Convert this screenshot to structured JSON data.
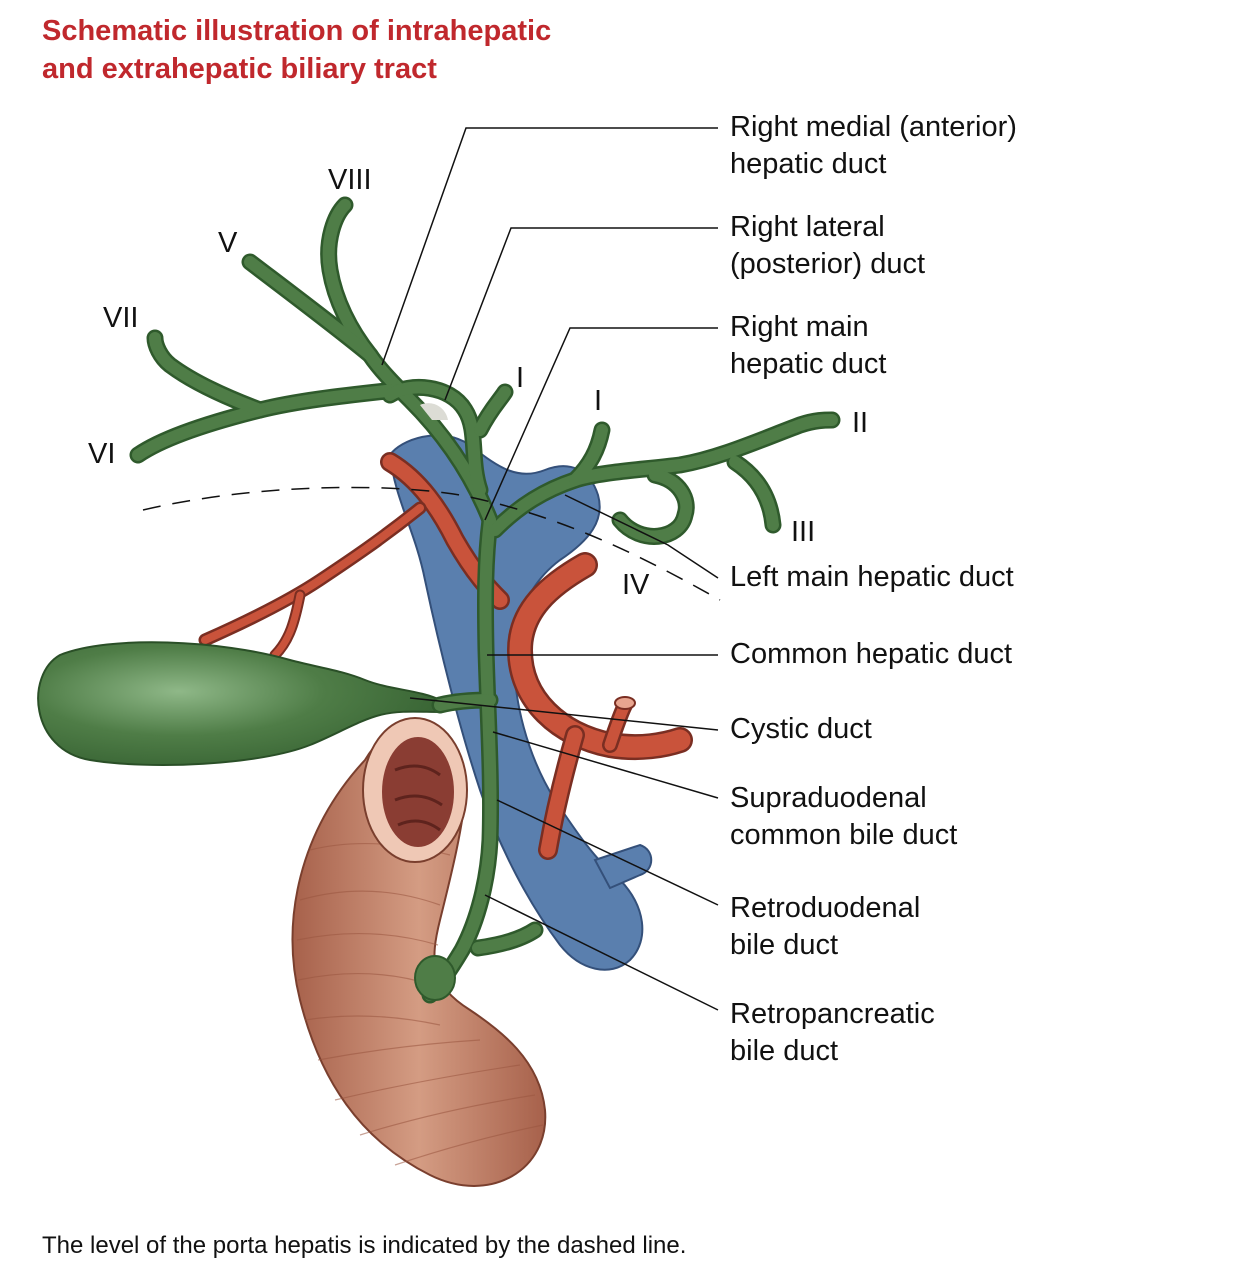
{
  "title": {
    "line1": "Schematic illustration of intrahepatic",
    "line2": "and extrahepatic biliary tract",
    "color": "#c0282d"
  },
  "colors": {
    "bile_duct": "#4f7d47",
    "bile_duct_dark": "#2f5a2c",
    "artery": "#c9533b",
    "portal_vein": "#5a7fae",
    "duodenum": "#b8735b",
    "duodenum_lumen": "#8a3d33",
    "leader": "#111111"
  },
  "segments": {
    "viii": "VIII",
    "v": "V",
    "vii": "VII",
    "vi": "VI",
    "i_right": "I",
    "i_left": "I",
    "ii": "II",
    "iii": "III",
    "iv": "IV"
  },
  "labels": {
    "right_medial": {
      "line1": "Right medial (anterior)",
      "line2": "hepatic duct"
    },
    "right_lateral": {
      "line1": "Right lateral",
      "line2": "(posterior) duct"
    },
    "right_main": {
      "line1": "Right main",
      "line2": "hepatic duct"
    },
    "left_main": {
      "line1": "Left main hepatic duct"
    },
    "common_hepatic": {
      "line1": "Common hepatic duct"
    },
    "cystic": {
      "line1": "Cystic duct"
    },
    "supraduodenal": {
      "line1": "Supraduodenal",
      "line2": "common bile duct"
    },
    "retroduodenal": {
      "line1": "Retroduodenal",
      "line2": "bile duct"
    },
    "retropancreatic": {
      "line1": "Retropancreatic",
      "line2": "bile duct"
    }
  },
  "caption": "The level of the porta hepatis is indicated by the dashed line."
}
